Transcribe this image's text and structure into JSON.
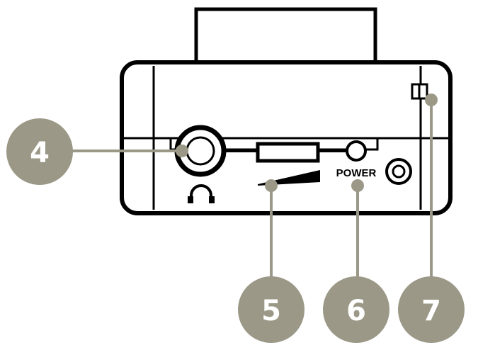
{
  "labels": {
    "power": "POWER"
  },
  "callouts": [
    {
      "number": "4"
    },
    {
      "number": "5"
    },
    {
      "number": "6"
    },
    {
      "number": "7"
    }
  ],
  "icons": {
    "headphone": "headphone-icon",
    "volume": "volume-ramp-icon"
  },
  "colors": {
    "callout_fill": "#9b9887",
    "callout_text": "#ffffff",
    "device_stroke": "#000000",
    "device_fill": "#ffffff"
  }
}
